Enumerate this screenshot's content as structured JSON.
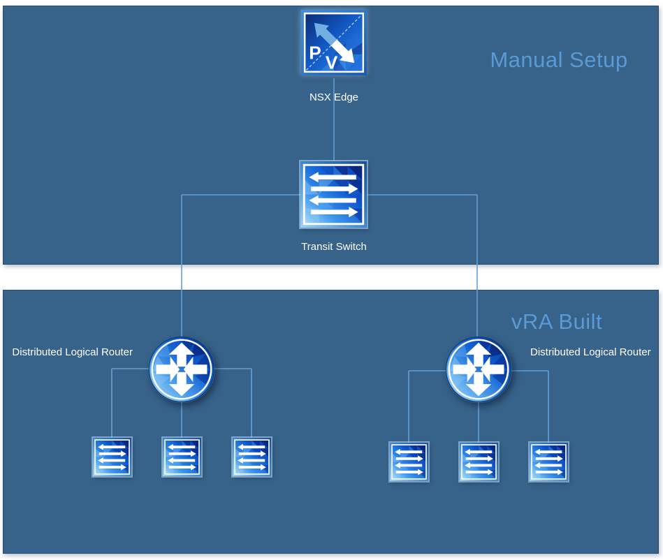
{
  "panels": {
    "manual": {
      "title": "Manual Setup"
    },
    "vra": {
      "title": "vRA Built"
    }
  },
  "nodes": {
    "nsx_edge": {
      "label": "NSX Edge",
      "icon": "nsx-edge-icon"
    },
    "transit_switch": {
      "label": "Transit Switch",
      "icon": "logical-switch-icon"
    },
    "dlr_left": {
      "label": "Distributed Logical Router",
      "icon": "logical-router-icon"
    },
    "dlr_right": {
      "label": "Distributed Logical Router",
      "icon": "logical-router-icon"
    },
    "left_switch_count": 3,
    "right_switch_count": 3
  },
  "nsx_icon": {
    "letter_p": "P",
    "letter_v": "V"
  },
  "colors": {
    "panel_background": "#376289",
    "panel_border": "#2A4A68",
    "section_title": "#5B9BD5",
    "connector_line": "#64A0D6",
    "node_label": "#FFFFFF",
    "icon_blue_dark": "#0A3BA2",
    "icon_blue_bright": "#2E8BE8",
    "icon_blue_light": "#A6DBF8"
  }
}
